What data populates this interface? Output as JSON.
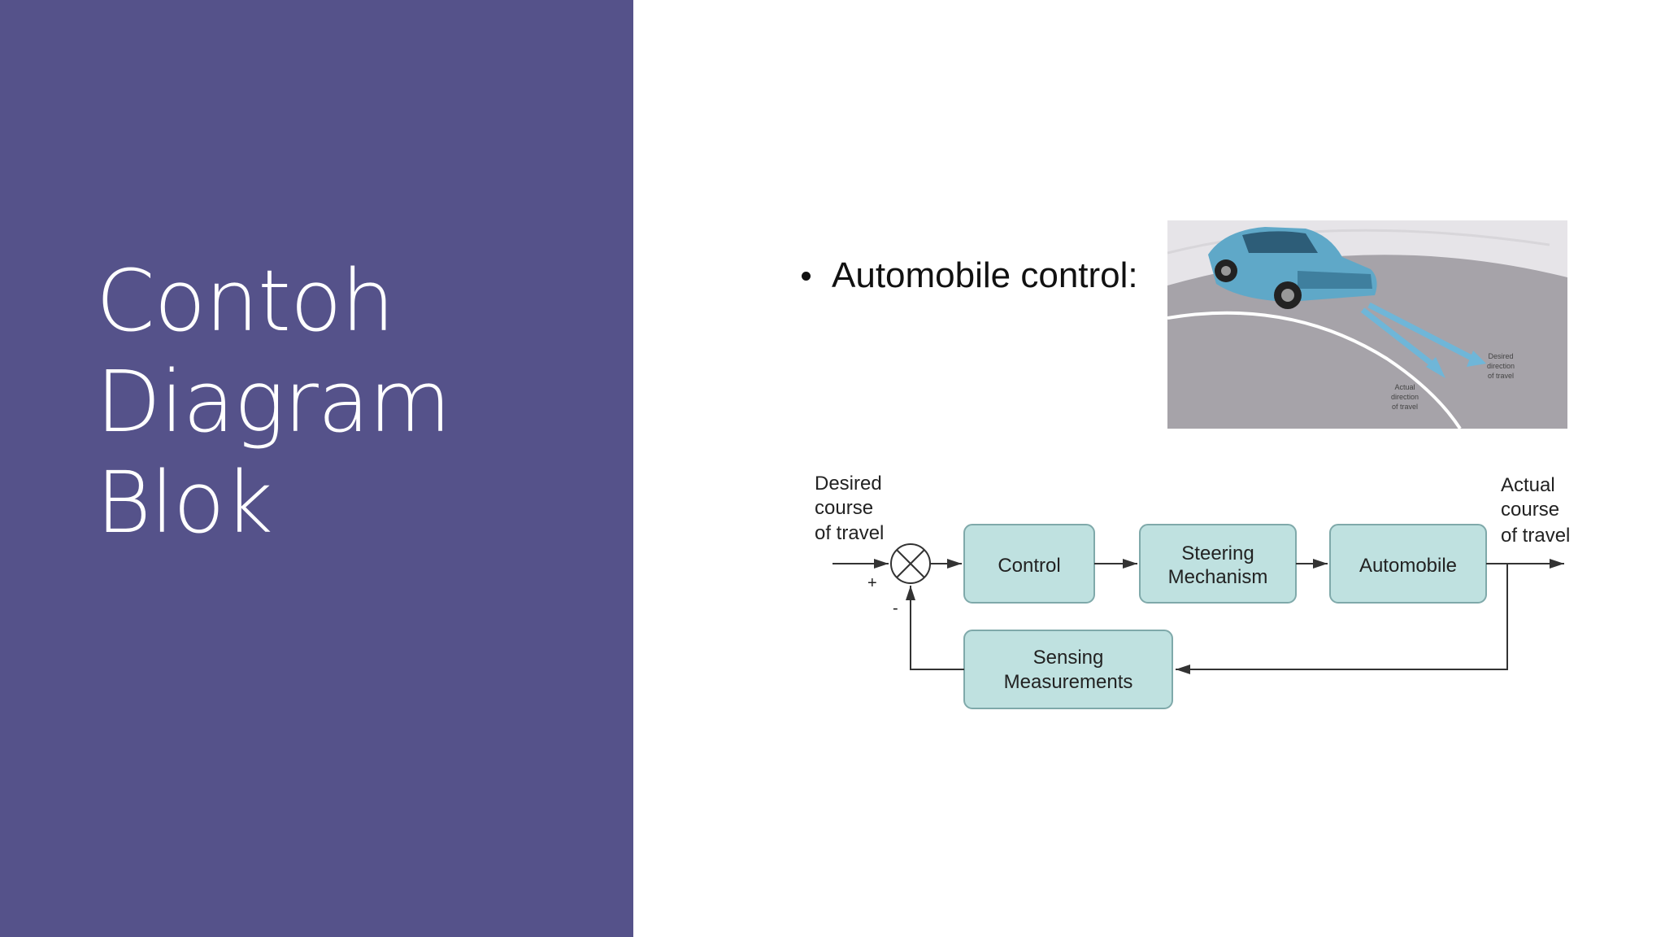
{
  "slide": {
    "title_lines": [
      "Contoh",
      "Diagram",
      "Blok"
    ],
    "bullet": "Automobile control:"
  },
  "colors": {
    "panel": "#55528a",
    "block_fill": "#bfe1e0",
    "block_stroke": "#7fa9aa",
    "road": "#a6a3a9",
    "car": "#5fa8c8"
  },
  "illustration": {
    "desired_label": [
      "Desired",
      "direction",
      "of travel"
    ],
    "actual_label": [
      "Actual",
      "direction",
      "of travel"
    ]
  },
  "diagram": {
    "input_label": [
      "Desired",
      "course",
      "of travel"
    ],
    "output_label": [
      "Actual",
      "course",
      "of travel"
    ],
    "plus": "+",
    "minus": "-",
    "blocks": {
      "control": [
        "Control"
      ],
      "steering": [
        "Steering",
        "Mechanism"
      ],
      "automobile": [
        "Automobile"
      ],
      "sensing": [
        "Sensing",
        "Measurements"
      ]
    }
  }
}
